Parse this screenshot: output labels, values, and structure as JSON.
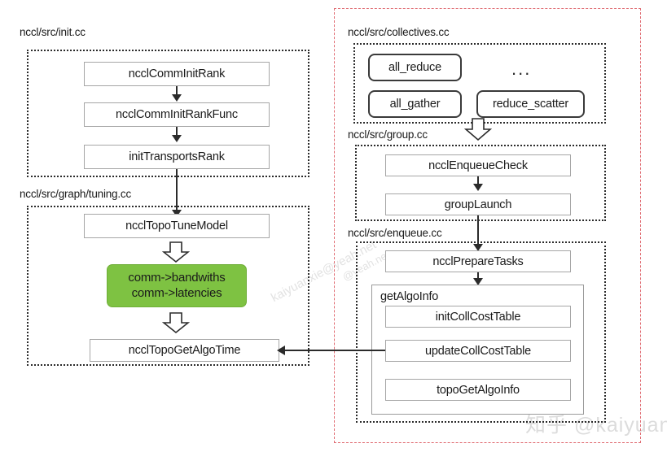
{
  "diagram": {
    "title_watermarks": {
      "diagonal": "kaiyuanxie@yeah.net",
      "diagonal_small": "@yeah.net",
      "corner": "知乎 @kaiyuan"
    },
    "colors": {
      "highlight_green": "#7ec242",
      "red_dashed": "#e06b72",
      "dotted_gray": "#2b2b2b",
      "box_border": "#a6a6a6"
    },
    "groups": {
      "init": {
        "label": "nccl/src/init.cc"
      },
      "tuning": {
        "label": "nccl/src/graph/tuning.cc"
      },
      "collectives": {
        "label": "nccl/src/collectives.cc"
      },
      "group": {
        "label": "nccl/src/group.cc"
      },
      "enqueue": {
        "label": "nccl/src/enqueue.cc"
      }
    },
    "nodes": {
      "ncclCommInitRank": "ncclCommInitRank",
      "ncclCommInitRankFunc": "ncclCommInitRankFunc",
      "initTransportsRank": "initTransportsRank",
      "ncclTopoTuneModel": "ncclTopoTuneModel",
      "commBandwidthsLatencies": "comm->bandwiths\ncomm->latencies",
      "ncclTopoGetAlgoTime": "ncclTopoGetAlgoTime",
      "all_reduce": "all_reduce",
      "all_gather": "all_gather",
      "reduce_scatter": "reduce_scatter",
      "ellipsis": "...",
      "ncclEnqueueCheck": "ncclEnqueueCheck",
      "groupLaunch": "groupLaunch",
      "ncclPrepareTasks": "ncclPrepareTasks",
      "getAlgoInfo": "getAlgoInfo",
      "initCollCostTable": "initCollCostTable",
      "updateCollCostTable": "updateCollCostTable",
      "topoGetAlgoInfo": "topoGetAlgoInfo"
    }
  }
}
